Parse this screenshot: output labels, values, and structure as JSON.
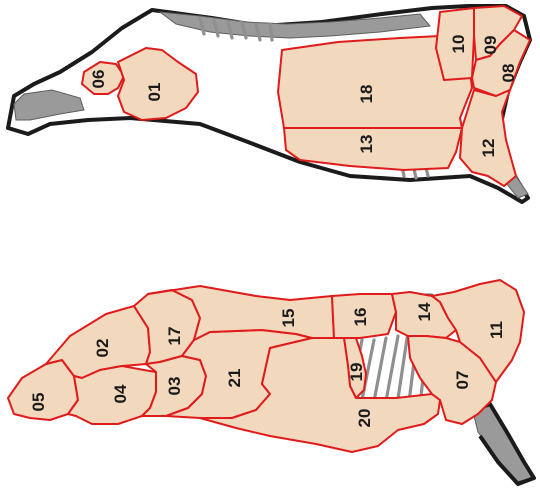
{
  "colors": {
    "cut_fill": "#f2d8bd",
    "cut_border": "#e01b1b",
    "carcass_outline": "#1b1b1b",
    "bone": "#9a9a9a"
  },
  "top_view": {
    "cuts": [
      {
        "id": "06",
        "label": "06"
      },
      {
        "id": "01",
        "label": "01"
      },
      {
        "id": "18",
        "label": "18"
      },
      {
        "id": "13",
        "label": "13"
      },
      {
        "id": "10",
        "label": "10"
      },
      {
        "id": "09",
        "label": "09"
      },
      {
        "id": "08",
        "label": "08"
      },
      {
        "id": "12",
        "label": "12"
      }
    ]
  },
  "bottom_view": {
    "cuts": [
      {
        "id": "05",
        "label": "05"
      },
      {
        "id": "02",
        "label": "02"
      },
      {
        "id": "17",
        "label": "17"
      },
      {
        "id": "04",
        "label": "04"
      },
      {
        "id": "03",
        "label": "03"
      },
      {
        "id": "21",
        "label": "21"
      },
      {
        "id": "15",
        "label": "15"
      },
      {
        "id": "16",
        "label": "16"
      },
      {
        "id": "19",
        "label": "19"
      },
      {
        "id": "20",
        "label": "20"
      },
      {
        "id": "14",
        "label": "14"
      },
      {
        "id": "07",
        "label": "07"
      },
      {
        "id": "11",
        "label": "11"
      }
    ]
  }
}
